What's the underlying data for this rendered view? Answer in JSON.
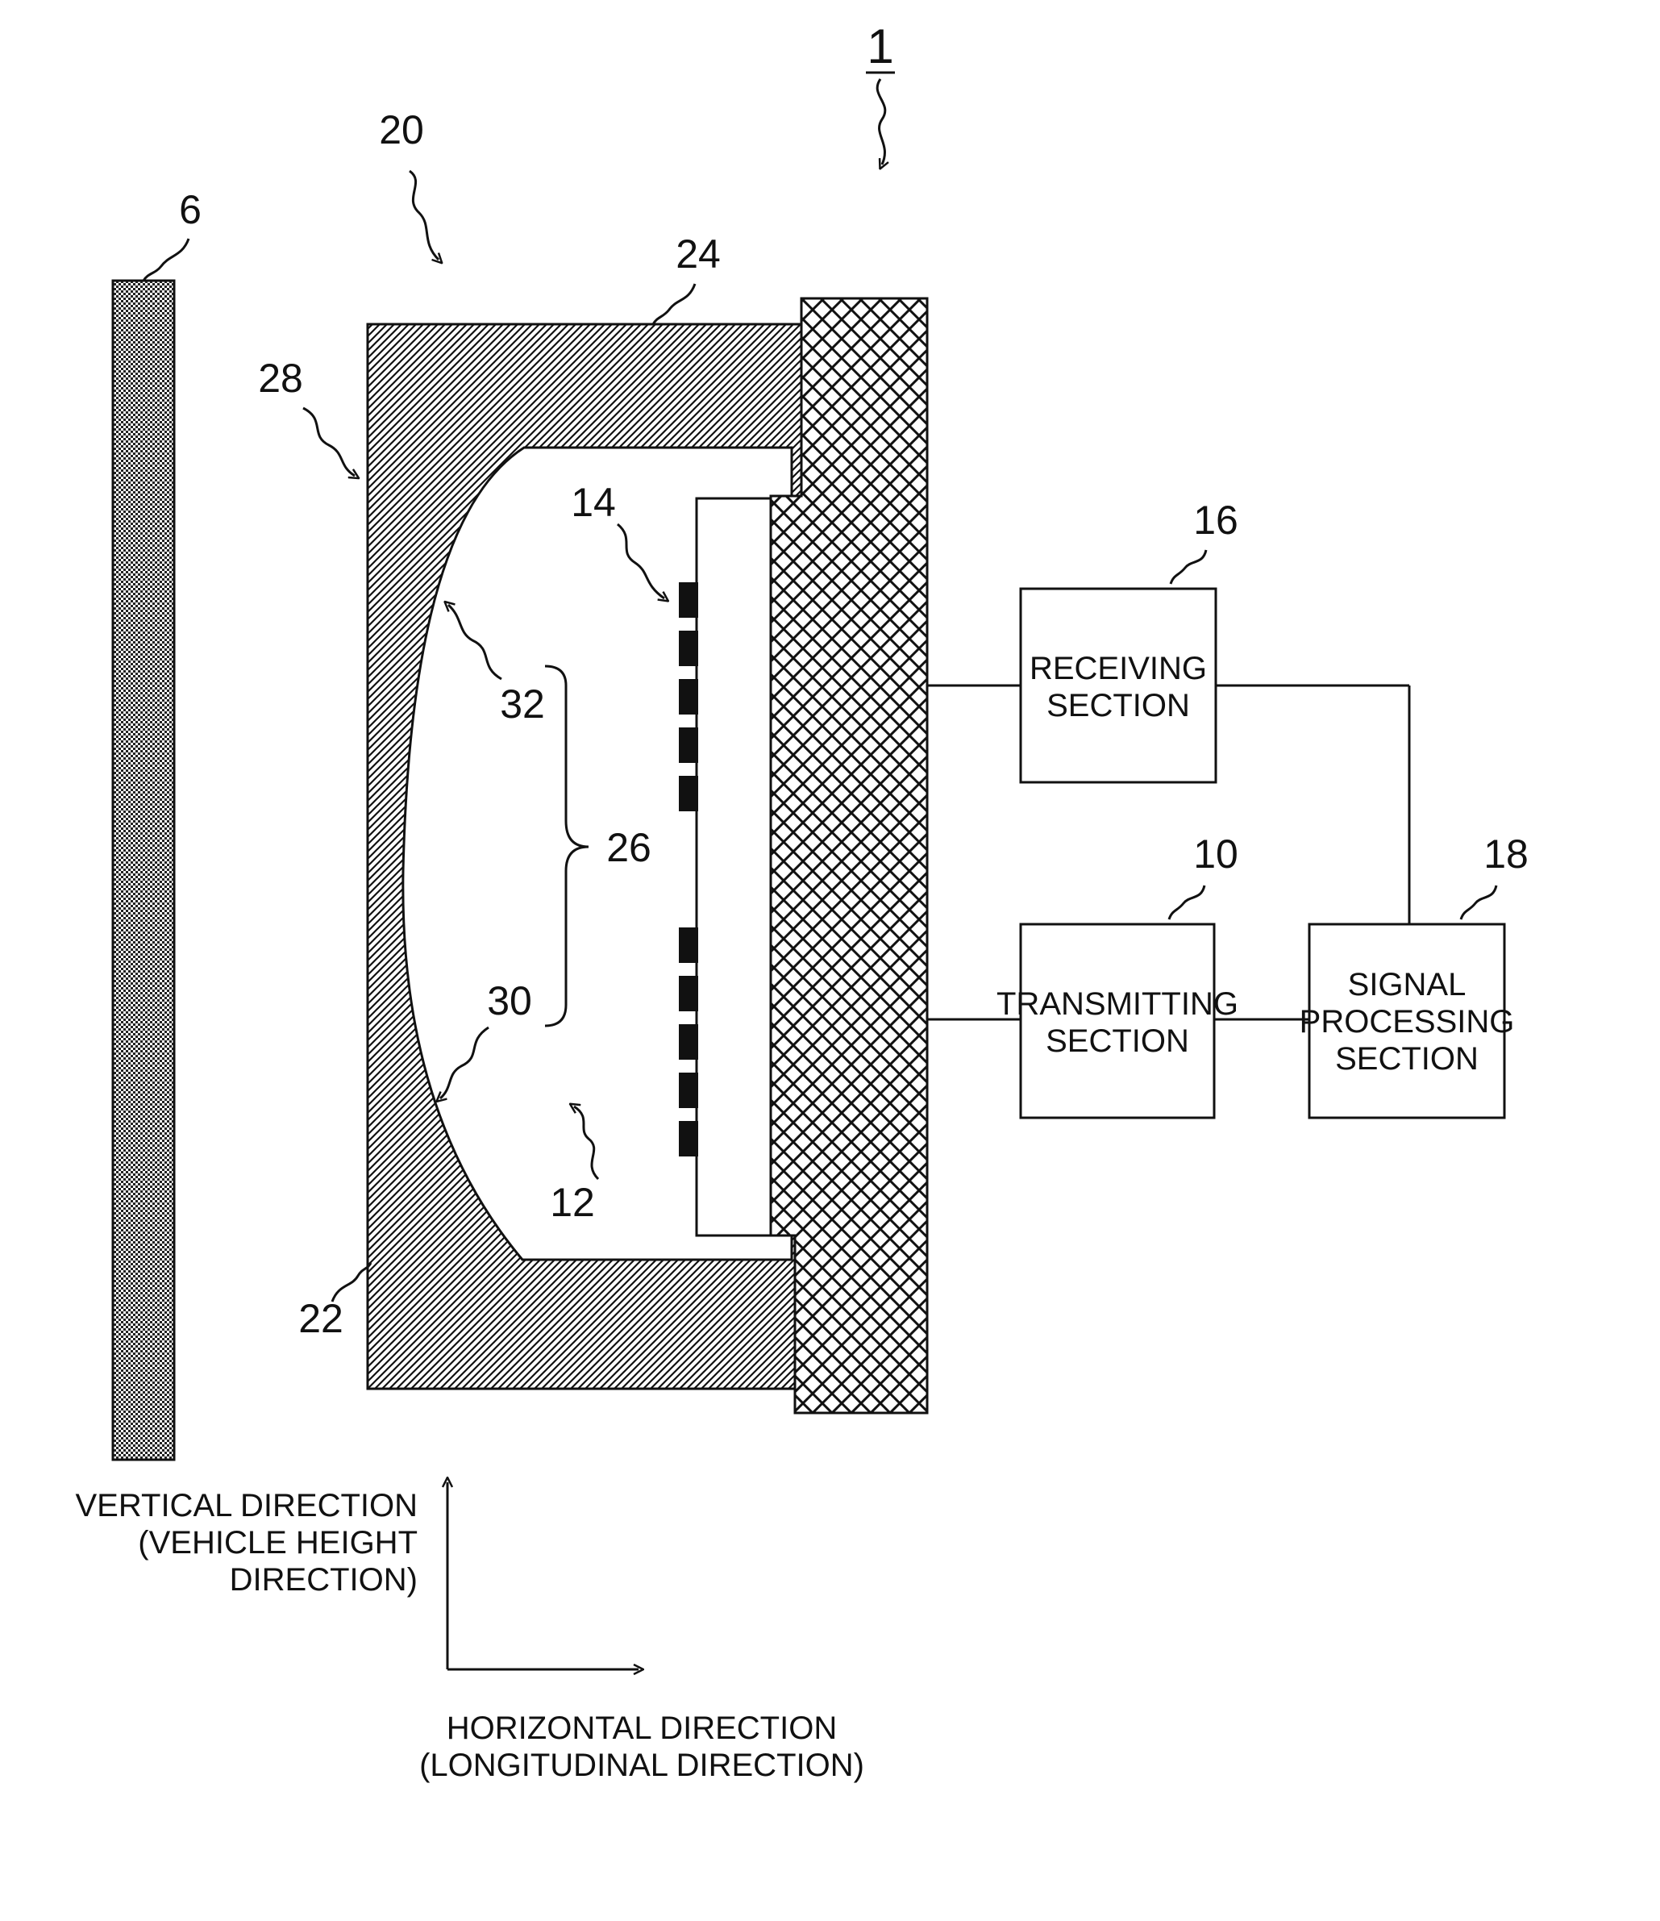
{
  "refs": {
    "device": "1",
    "cover": "6",
    "transmitting": "10",
    "transmit_elements": "12",
    "receive_elements": "14",
    "receiving": "16",
    "signal": "18",
    "lens": "20",
    "front_face": "22",
    "back_part": "24",
    "concave_face": "26",
    "front_part": "28",
    "lower_region": "30",
    "upper_region": "32"
  },
  "blocks": {
    "receiving": [
      "RECEIVING",
      "SECTION"
    ],
    "transmitting": [
      "TRANSMITTING",
      "SECTION"
    ],
    "signal": [
      "SIGNAL",
      "PROCESSING",
      "SECTION"
    ]
  },
  "axes": {
    "vertical": [
      "VERTICAL DIRECTION",
      "(VEHICLE HEIGHT",
      "DIRECTION)"
    ],
    "horizontal": [
      "HORIZONTAL DIRECTION",
      "(LONGITUDINAL DIRECTION)"
    ]
  }
}
